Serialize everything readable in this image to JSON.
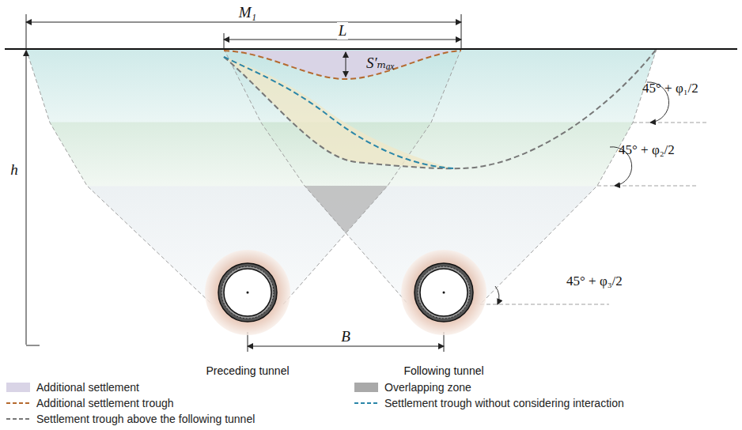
{
  "diagram": {
    "labels": [
      "M₁",
      "L",
      "S′ₘₐₓ",
      "h",
      "45° + φ₁/2",
      "45° + φ₂/2",
      "45° + φ₃/2",
      "B",
      "Preceding tunnel",
      "Following tunnel"
    ],
    "legend": [
      {
        "text": "Additional settlement",
        "color": "#d9d4e6"
      },
      {
        "text": "Overlapping zone",
        "color": "#a9a9a9"
      },
      {
        "text": "Additional settlement trough"
      },
      {
        "text": "Settlement trough without considering interaction"
      },
      {
        "text": "Settlement trough above the following tunnel"
      }
    ]
  }
}
